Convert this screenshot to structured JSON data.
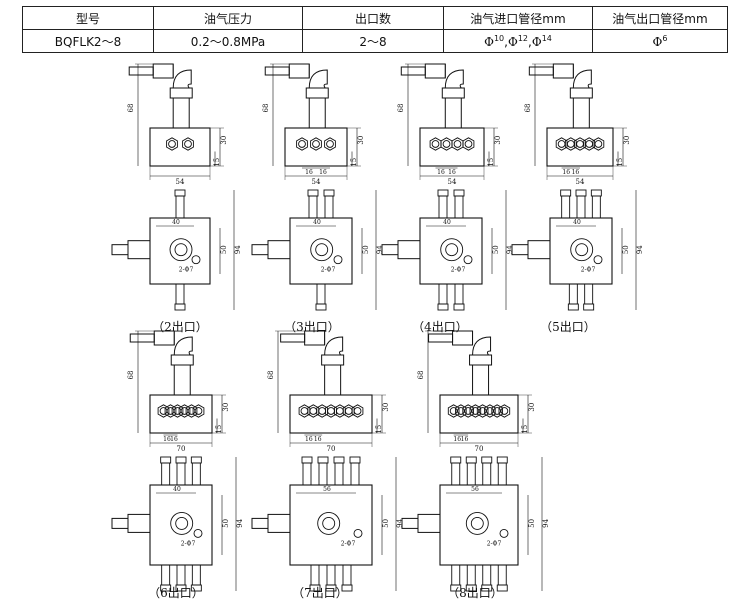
{
  "table": {
    "headers": [
      "型号",
      "油气压力",
      "出口数",
      "油气进口管径mm",
      "油气出口管径mm"
    ],
    "row": {
      "model": "BQFLK2～8",
      "pressure": "0.2～0.8MPa",
      "outlets": "2～8",
      "inlet_phi": "Φ",
      "inlet_sizes": [
        "10",
        "12",
        "14"
      ],
      "outlet_phi": "Φ",
      "outlet_size": "6"
    }
  },
  "dimensions": {
    "height_68": "68",
    "dim_30": "30",
    "dim_15": "15",
    "width_54": "54",
    "width_70": "70",
    "pitch_16": "16",
    "dim_40": "40",
    "dim_50": "50",
    "dim_94": "94",
    "dim_56": "56",
    "thread_label": "2-Φ7"
  },
  "variants": [
    {
      "caption": "（2出口）",
      "outlets": 2
    },
    {
      "caption": "（3出口）",
      "outlets": 3
    },
    {
      "caption": "（4出口）",
      "outlets": 4
    },
    {
      "caption": "（5出口）",
      "outlets": 5
    },
    {
      "caption": "（6出口）",
      "outlets": 6
    },
    {
      "caption": "（7出口）",
      "outlets": 7
    },
    {
      "caption": "（8出口）",
      "outlets": 8
    }
  ]
}
